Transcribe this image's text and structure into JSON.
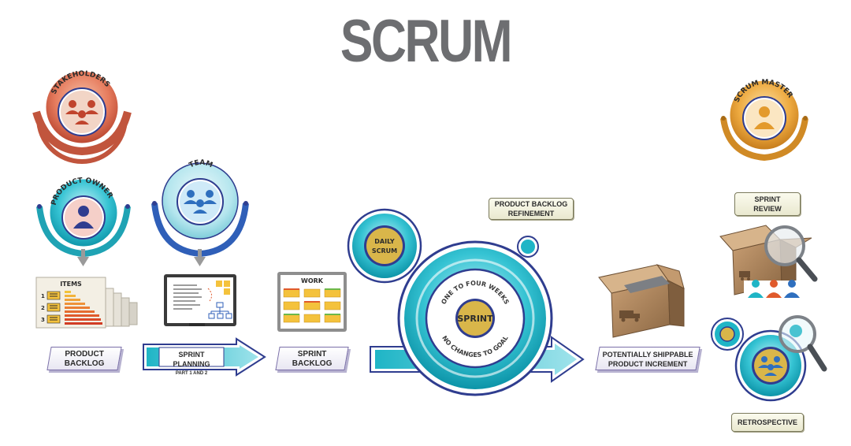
{
  "title": "SCRUM",
  "roles": {
    "stakeholders": "STAKEHOLDERS",
    "product_owner": "PRODUCT OWNER",
    "team": "TEAM",
    "scrum_master": "SCRUM MASTER"
  },
  "artifacts": {
    "items_heading": "ITEMS",
    "item_numbers": [
      "1",
      "2",
      "3"
    ],
    "work_heading": "WORK",
    "product_backlog": [
      "PRODUCT",
      "BACKLOG"
    ],
    "sprint_backlog": [
      "SPRINT",
      "BACKLOG"
    ],
    "increment": [
      "POTENTIALLY SHIPPABLE",
      "PRODUCT INCREMENT"
    ]
  },
  "events": {
    "sprint_planning": "SPRINT PLANNING",
    "sprint_planning_sub": "PART 1 AND 2",
    "daily_scrum": [
      "DAILY",
      "SCRUM"
    ],
    "refinement": [
      "PRODUCT BACKLOG",
      "REFINEMENT"
    ],
    "sprint": "SPRINT",
    "sprint_top_arc": "ONE TO FOUR WEEKS",
    "sprint_bottom_arc": "NO CHANGES TO GOAL",
    "sprint_review": [
      "SPRINT",
      "REVIEW"
    ],
    "retrospective": "RETROSPECTIVE"
  },
  "colors": {
    "title": "#6d6e71",
    "teal": "#1fb5c6",
    "navy": "#2f3d8f",
    "stakeholder": "#e0735a",
    "scrum_master": "#e3a13a",
    "gold": "#d9b64a",
    "box": "#b08962"
  }
}
